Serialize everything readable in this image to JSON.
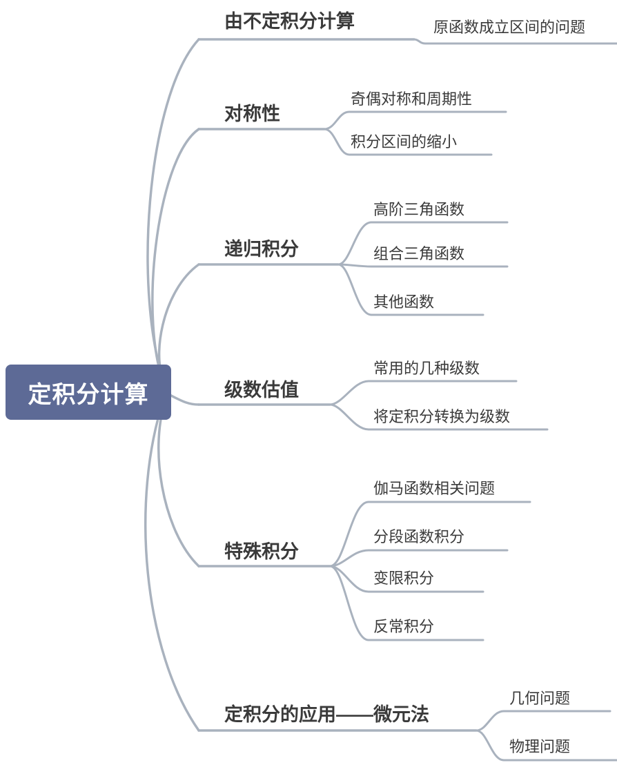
{
  "root": {
    "label": "定积分计算"
  },
  "branches": [
    {
      "label": "由不定积分计算",
      "children": [
        {
          "label": "原函数成立区间的问题"
        }
      ]
    },
    {
      "label": "对称性",
      "children": [
        {
          "label": "奇偶对称和周期性"
        },
        {
          "label": "积分区间的缩小"
        }
      ]
    },
    {
      "label": "递归积分",
      "children": [
        {
          "label": "高阶三角函数"
        },
        {
          "label": "组合三角函数"
        },
        {
          "label": "其他函数"
        }
      ]
    },
    {
      "label": "级数估值",
      "children": [
        {
          "label": "常用的几种级数"
        },
        {
          "label": "将定积分转换为级数"
        }
      ]
    },
    {
      "label": "特殊积分",
      "children": [
        {
          "label": "伽马函数相关问题"
        },
        {
          "label": "分段函数积分"
        },
        {
          "label": "变限积分"
        },
        {
          "label": "反常积分"
        }
      ]
    },
    {
      "label": "定积分的应用——微元法",
      "children": [
        {
          "label": "几何问题"
        },
        {
          "label": "物理问题"
        }
      ]
    }
  ],
  "colors": {
    "root_bg": "#5d6a96",
    "root_text": "#ffffff",
    "line": "#a9b2be",
    "text": "#3a3a3a"
  }
}
